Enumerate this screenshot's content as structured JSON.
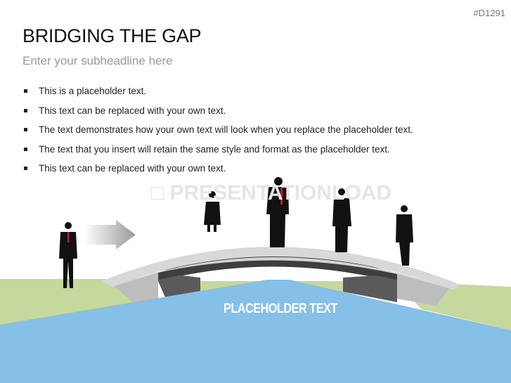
{
  "slide": {
    "code": "#D1291",
    "title": "BRIDGING THE GAP",
    "subheadline": "Enter your subheadline here",
    "bullets": [
      "This is a placeholder text.",
      "This text can be replaced with your own text.",
      "The text demonstrates how your own text will look when you replace the placeholder text.",
      "The text that you insert will retain the same style and format as the placeholder text.",
      "This text can be replaced with your own text."
    ],
    "watermark": "PRESENTATIONLOAD",
    "caption": "PLACEHOLDER TEXT"
  },
  "colors": {
    "water": "#85c0e8",
    "land": "#c5d89d",
    "deck": "#d8d8d8",
    "tie": "#c0202a"
  }
}
